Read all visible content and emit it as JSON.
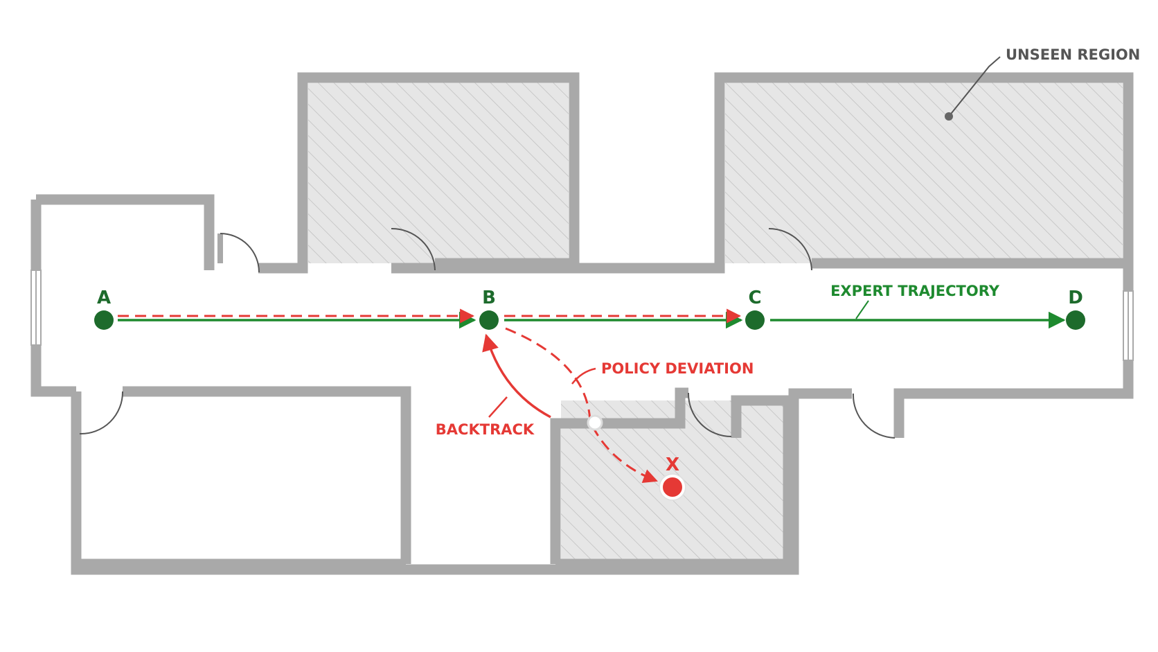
{
  "nodes": {
    "a": "A",
    "b": "B",
    "c": "C",
    "d": "D",
    "x": "X"
  },
  "annotations": {
    "unseen_region": "UNSEEN REGION",
    "expert_trajectory": "EXPERT TRAJECTORY",
    "policy_deviation": "POLICY DEVIATION",
    "backtrack": "BACKTRACK"
  },
  "colors": {
    "expert": "#1e8a2f",
    "node": "#1d6b2c",
    "policy": "#e53935",
    "wall": "#a9a9a9",
    "unseen_fill": "#e6e6e6"
  }
}
